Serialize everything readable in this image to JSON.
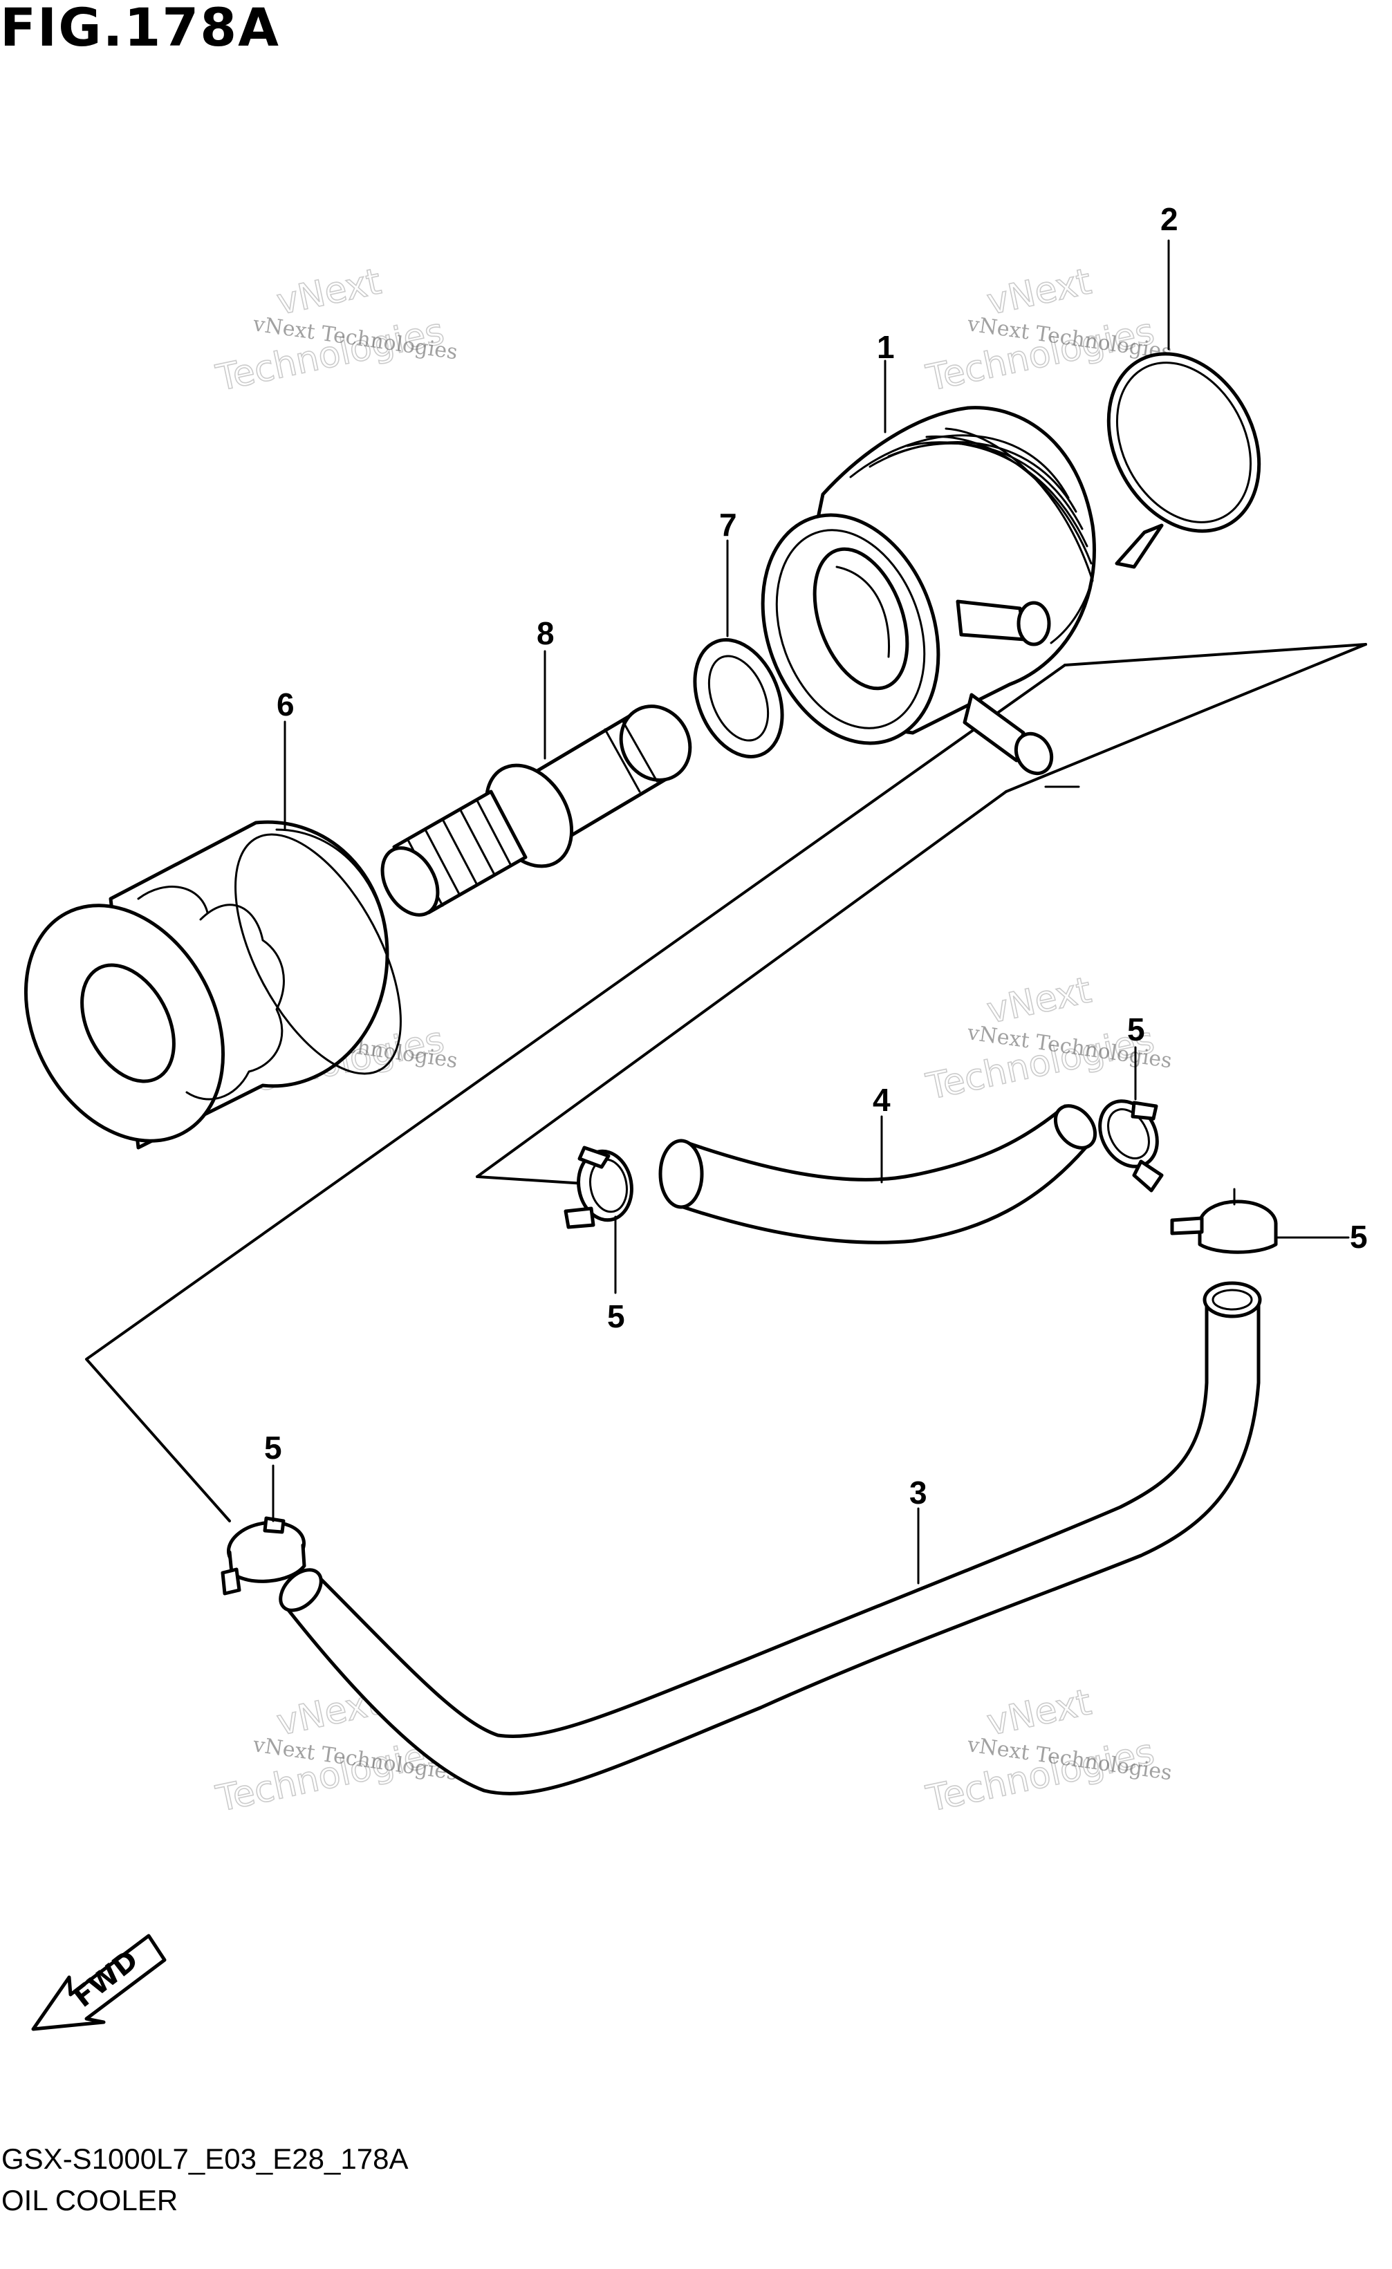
{
  "figure": {
    "title": "FIG.178A",
    "code": "GSX-S1000L7_E03_E28_178A",
    "name": "OIL COOLER"
  },
  "callouts": {
    "c1": "1",
    "c2": "2",
    "c3": "3",
    "c4": "4",
    "c5a": "5",
    "c5b": "5",
    "c5c": "5",
    "c5d": "5",
    "c6": "6",
    "c7": "7",
    "c8": "8"
  },
  "watermark": {
    "small": "vNext Technologies",
    "big_top": "vNext",
    "big_bottom": "Technologies"
  },
  "fwd_label": "FWD",
  "parts": [
    {
      "number": "1",
      "name": "oil-cooler-icon"
    },
    {
      "number": "2",
      "name": "o-ring-icon"
    },
    {
      "number": "3",
      "name": "hose-icon"
    },
    {
      "number": "4",
      "name": "hose-icon"
    },
    {
      "number": "5",
      "name": "clamp-icon"
    },
    {
      "number": "6",
      "name": "oil-filter-icon"
    },
    {
      "number": "7",
      "name": "gasket-icon"
    },
    {
      "number": "8",
      "name": "union-bolt-icon"
    }
  ]
}
